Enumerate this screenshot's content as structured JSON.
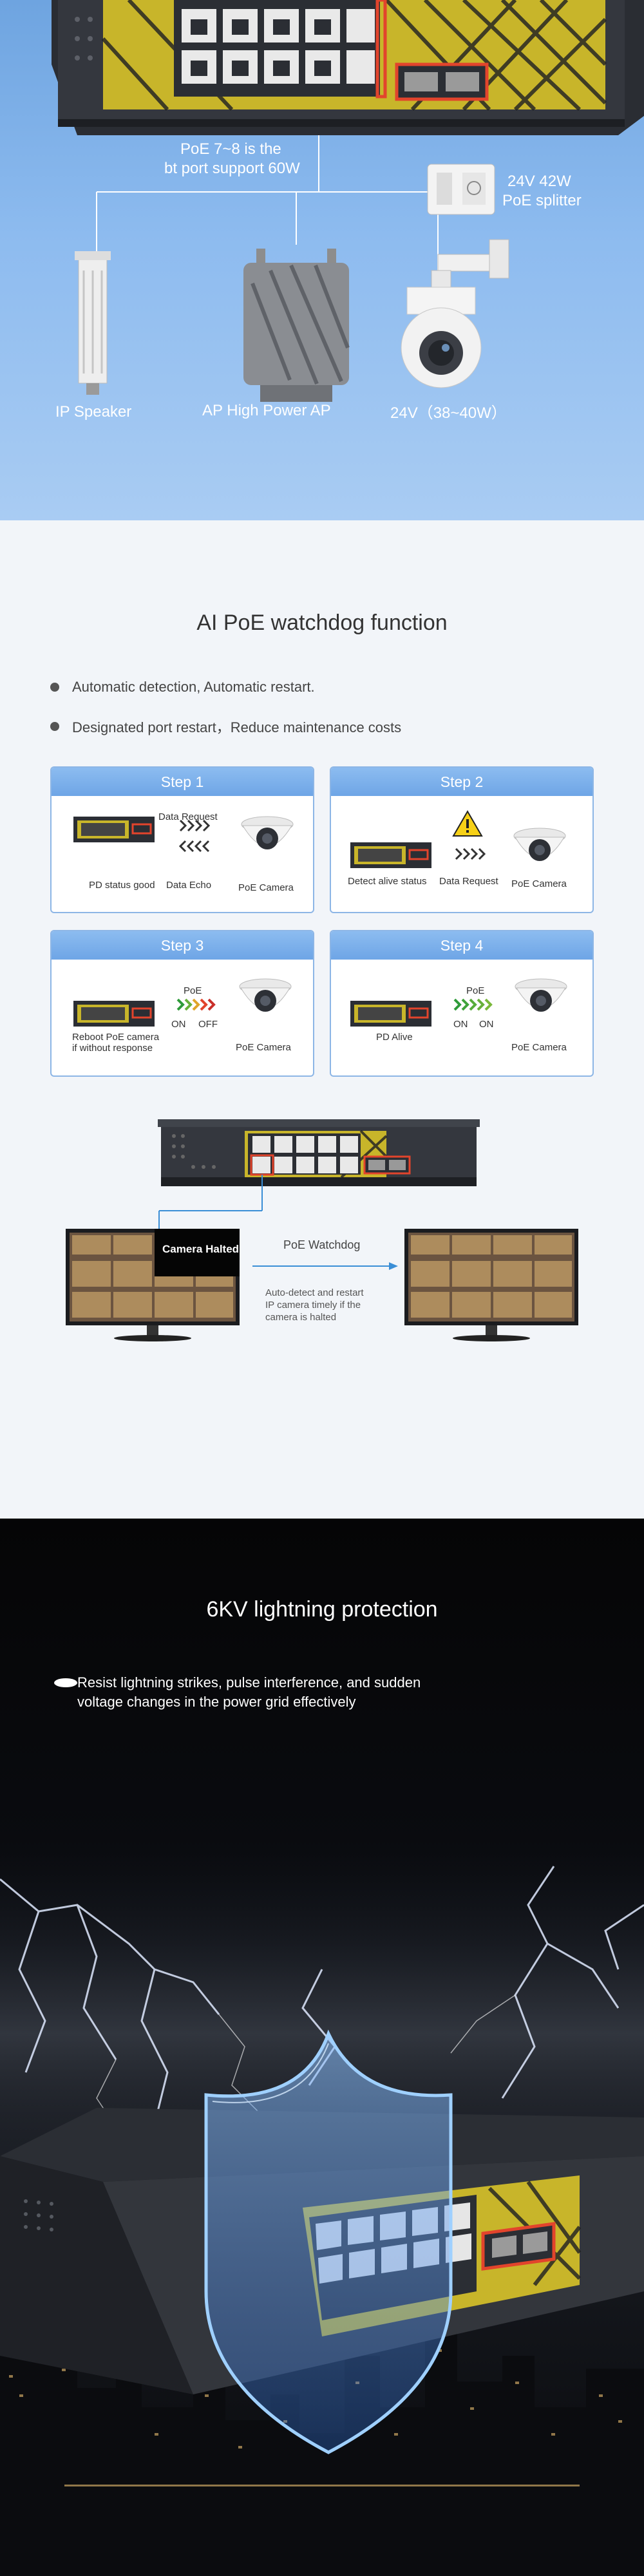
{
  "scenario": {
    "note_line1": "PoE 7~8 is the",
    "note_line2": "bt port support 60W",
    "splitter_line1": "24V 42W",
    "splitter_line2": "PoE splitter",
    "devices": {
      "ip_speaker": "IP Speaker",
      "ap": "AP High Power AP",
      "camera": "24V（38~40W）"
    }
  },
  "watchdog": {
    "title": "AI PoE watchdog function",
    "bullets": [
      "Automatic detection, Automatic restart.",
      "Designated port restart，Reduce maintenance costs"
    ],
    "steps": [
      {
        "header": "Step 1",
        "switch_label": "PD status good",
        "top_label": "Data Request",
        "bottom_label": "Data Echo",
        "camera_label": "PoE Camera"
      },
      {
        "header": "Step 2",
        "switch_label": "Detect alive status",
        "mid_label": "Data Request",
        "camera_label": "PoE Camera"
      },
      {
        "header": "Step 3",
        "switch_label_1": "Reboot PoE camera",
        "switch_label_2": "if without response",
        "poe_label": "PoE",
        "on_label": "ON",
        "off_label": "OFF",
        "camera_label": "PoE Camera"
      },
      {
        "header": "Step 4",
        "switch_label": "PD Alive",
        "poe_label": "PoE",
        "on_label_1": "ON",
        "on_label_2": "ON",
        "camera_label": "PoE Camera"
      }
    ],
    "diagram": {
      "switch_caption": "PoE Watchdog",
      "halted_label": "Camera Halted",
      "note_line1": "Auto-detect and restart",
      "note_line2": "IP camera timely if the",
      "note_line3": "camera is halted"
    }
  },
  "lightning": {
    "title": "6KV lightning protection",
    "bullet_line1": "Resist lightning strikes, pulse interference, and sudden",
    "bullet_line2": "voltage changes in the power grid effectively"
  },
  "colors": {
    "blue_bg": "#8dbbef",
    "step_header": "#7bb0ea",
    "accent_red": "#e2442c",
    "switch_yellow": "#c8b52a"
  }
}
